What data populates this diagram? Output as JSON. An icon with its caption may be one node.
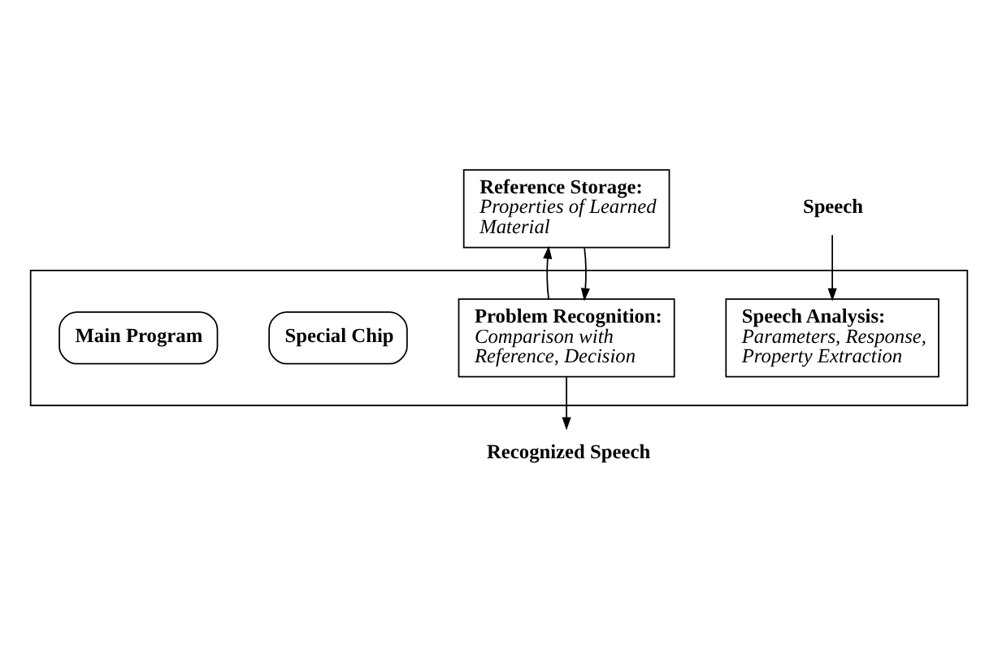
{
  "diagram": {
    "nodes": [
      {
        "text": [
          "Reference Storage:",
          "Properties of Learned Material"
        ]
      },
      {
        "text": [],
        "shape": "box"
      },
      {
        "text": [
          "Speech Analysis:",
          "Parameters, Response, Property Extraction"
        ],
        "in": 1
      },
      {
        "text": [
          "Problem Recognition:",
          "Comparison with Reference, Decision"
        ],
        "in": 1
      },
      {
        "text": [
          "Special Chip"
        ],
        "in": 1
      },
      {
        "text": [
          "Main Program"
        ],
        "in": 1
      },
      {
        "text": [
          "Speech"
        ]
      },
      {
        "text": [
          "Recognized Speech"
        ]
      }
    ],
    "edges": [
      {
        "from": 6,
        "to": 2,
        "arrow": "to"
      },
      {
        "from": 3,
        "to": 0,
        "arrow": "to"
      },
      {
        "from": 0,
        "to": 3,
        "arrow": "to"
      },
      {
        "from": 3,
        "to": 7,
        "arrow": "to"
      }
    ]
  }
}
